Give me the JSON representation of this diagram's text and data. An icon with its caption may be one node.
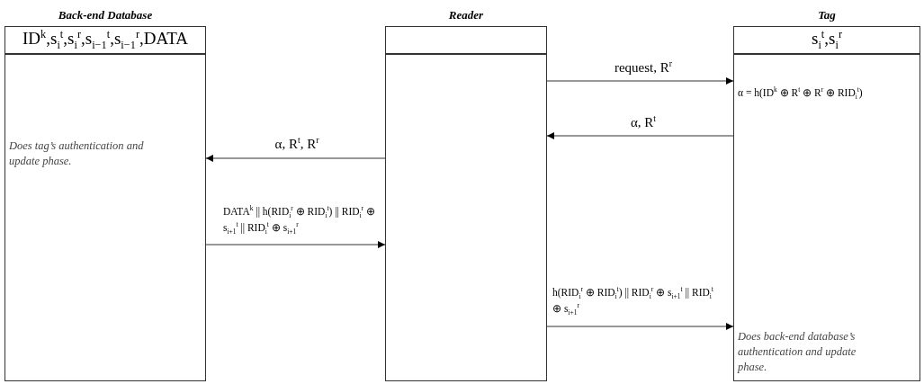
{
  "diagram": {
    "nodes": [
      {
        "text": [
          "Back-end Database",
          "ID$^{k}$,s$_{i}$$^{t}$,s$_{i}$$^{r}$,s$_{i−1}$$^{t}$,s$_{i−1}$$^{r}$,DATA"
        ]
      },
      {
        "text": [
          "Does tag’s authentication and update phase."
        ]
      },
      {
        "text": [
          "Reader"
        ]
      },
      {
        "text": [],
        "shape": "box"
      },
      {
        "text": [
          "Tag",
          "s$_{i}$$^{t}$,s$_{i}$$^{r}$"
        ]
      },
      {
        "text": [
          "α = h(ID$^{k}$ ⊕ R$^{t}$ ⊕ R$^{r}$ ⊕ RID$_{i}$$^{t}$)",
          "Does back-end database’s authentication and update phase."
        ]
      }
    ],
    "edges": [
      {
        "from": 3,
        "to": 5,
        "arrow": "to",
        "label": "request, R$^{r}$"
      },
      {
        "from": 5,
        "to": 3,
        "arrow": "to",
        "label": "α, R$^{t}$"
      },
      {
        "from": 3,
        "to": 1,
        "arrow": "to",
        "label": "α, R$^{t}$, R$^{r}$"
      },
      {
        "from": 1,
        "to": 3,
        "arrow": "to",
        "label": "DATA$^{k}$ || h(RID$_{i}$$^{r}$ ⊕ RID$_{i}$$^{t}$) || RID$_{i}$$^{r}$ ⊕ s$_{i+1}$$^{t}$ || RID$_{i}$$^{t}$ ⊕ s$_{i+1}$$^{r}$"
      },
      {
        "from": 3,
        "to": 5,
        "arrow": "to",
        "label": "h(RID$_{i}$$^{r}$ ⊕ RID$_{i}$$^{t}$) || RID$_{i}$$^{r}$ ⊕ s$_{i+1}$$^{t}$ || RID$_{i}$$^{t}$ ⊕ s$_{i+1}$$^{r}$"
      }
    ]
  }
}
